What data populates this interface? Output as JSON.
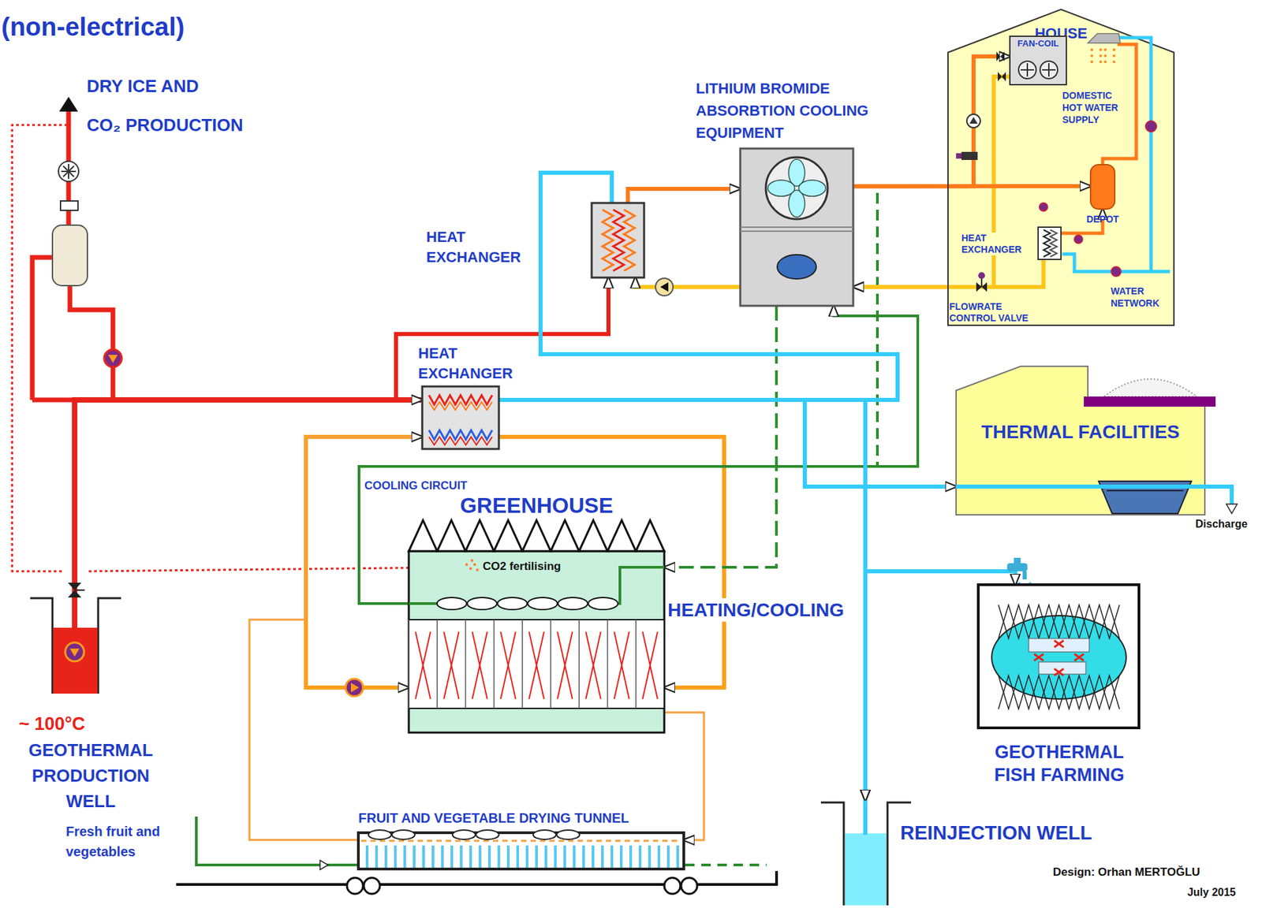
{
  "diagram": {
    "title": "(non-electrical)",
    "nodes": [
      {
        "text": [
          "HOUSE"
        ]
      },
      {
        "text": [
          "FAN-COIL"
        ],
        "in": 0
      },
      {
        "text": [
          "DEPOT"
        ],
        "in": 0
      },
      {
        "text": [
          "HEAT EXCHANGER"
        ],
        "in": 0
      },
      {
        "text": [
          "LITHIUM BROMIDE ABSORBTION COOLING EQUIPMENT"
        ]
      },
      {
        "text": [
          "HEAT EXCHANGER"
        ]
      },
      {
        "text": [
          "HEAT EXCHANGER"
        ]
      },
      {
        "text": [
          "THERMAL FACILITIES"
        ]
      },
      {
        "text": [
          "GREENHOUSE",
          "CO2 fertilising"
        ]
      },
      {
        "text": [
          "~ 100°C",
          "GEOTHERMAL PRODUCTION WELL"
        ]
      },
      {
        "text": [
          "GEOTHERMAL FISH FARMING"
        ]
      },
      {
        "text": [
          "REINJECTION WELL"
        ]
      },
      {
        "text": [
          "FRUIT AND VEGETABLE DRYING TUNNEL"
        ]
      }
    ],
    "edges": [
      {
        "from": 9,
        "to": 6,
        "arrow": "to"
      },
      {
        "from": 9,
        "to": 5,
        "arrow": "to"
      },
      {
        "from": 5,
        "to": 4,
        "arrow": "to"
      },
      {
        "from": 4,
        "to": 1,
        "arrow": "to"
      },
      {
        "from": 1,
        "to": 4,
        "arrow": "to"
      },
      {
        "from": 4,
        "to": 2,
        "arrow": "to"
      },
      {
        "from": 3,
        "to": 2,
        "arrow": "to"
      },
      {
        "from": 3,
        "to": 4,
        "arrow": "to"
      },
      {
        "from": 4,
        "to": 5,
        "arrow": "to"
      },
      {
        "from": 6,
        "to": 8,
        "arrow": "to"
      },
      {
        "from": 6,
        "to": 8,
        "arrow": "to"
      },
      {
        "from": 8,
        "to": 12,
        "arrow": "to"
      },
      {
        "from": 12,
        "to": 6,
        "arrow": "to"
      },
      {
        "from": 4,
        "to": 8,
        "arrow": "to"
      },
      {
        "from": 8,
        "to": 4,
        "arrow": "to"
      },
      {
        "from": 6,
        "to": 7,
        "arrow": "to"
      },
      {
        "from": 6,
        "to": 10,
        "arrow": "to"
      },
      {
        "from": 6,
        "to": 11,
        "arrow": "to"
      },
      {
        "from": 5,
        "to": 11,
        "arrow": "to"
      }
    ],
    "labels": [
      "DRY ICE AND",
      "CO₂ PRODUCTION",
      "DOMESTIC HOT WATER SUPPLY",
      "WATER NETWORK",
      "FLOWRATE CONTROL VALVE",
      "COOLING CIRCUIT",
      "HEATING/COOLING",
      "Discharge",
      "Fresh fruit and vegetables",
      "Design: Orhan MERTOĞLU",
      "July 2015"
    ]
  }
}
